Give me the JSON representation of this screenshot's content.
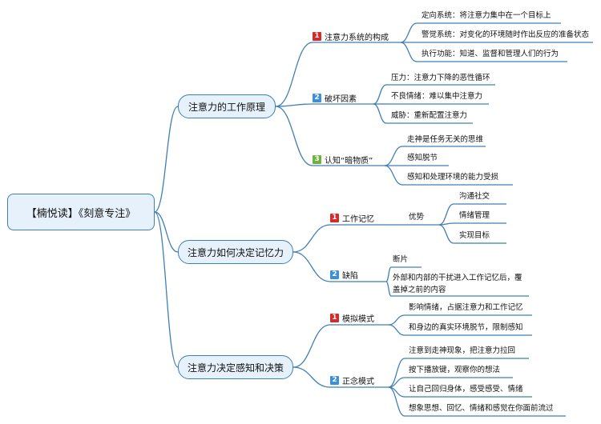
{
  "root": {
    "title": "【楠悦读】《刻意专注》"
  },
  "colors": {
    "line": "#3f7fb5",
    "box_fill": "#e6f1fb",
    "badge_1": "#d62b2b",
    "badge_2": "#3d8fdb",
    "badge_3": "#6cb33e"
  },
  "branches": [
    {
      "label": "注意力的工作原理",
      "subs": [
        {
          "num": "1",
          "label": "注意力系统的构成",
          "leaves": [
            "定向系统：将注意力集中在一个目标上",
            "警觉系统：对变化的环境随时作出反应的准备状态",
            "执行功能：知道、监督和管理人们的行为"
          ]
        },
        {
          "num": "2",
          "label": "破坏因素",
          "leaves": [
            "压力：注意力下降的恶性循环",
            "不良情绪：难以集中注意力",
            "威胁：重新配置注意力"
          ]
        },
        {
          "num": "3",
          "label": "认知“暗物质”",
          "leaves": [
            "走神是任务无关的思维",
            "感知脱节",
            "感知和处理环境的能力受损"
          ]
        }
      ]
    },
    {
      "label": "注意力如何决定记忆力",
      "subs": [
        {
          "num": "1",
          "label": "工作记忆",
          "mid": "优势",
          "leaves": [
            "沟通社交",
            "情绪管理",
            "实现目标"
          ]
        },
        {
          "num": "2",
          "label": "缺陷",
          "leaves": [
            "断片",
            "外部和内部的干扰进入工作记忆后，覆盖掉之前的内容"
          ]
        }
      ]
    },
    {
      "label": "注意力决定感知和决策",
      "subs": [
        {
          "num": "1",
          "label": "模拟模式",
          "leaves": [
            "影响情绪，占据注意力和工作记忆",
            "和身边的真实环境脱节，限制感知"
          ]
        },
        {
          "num": "2",
          "label": "正念模式",
          "leaves": [
            "注意到走神现象，把注意力拉回",
            "按下播放键，观察你的想法",
            "让自己回归身体，感受感受、情绪",
            "想象思想、回忆、情绪和感觉在你面前流过"
          ]
        }
      ]
    }
  ]
}
